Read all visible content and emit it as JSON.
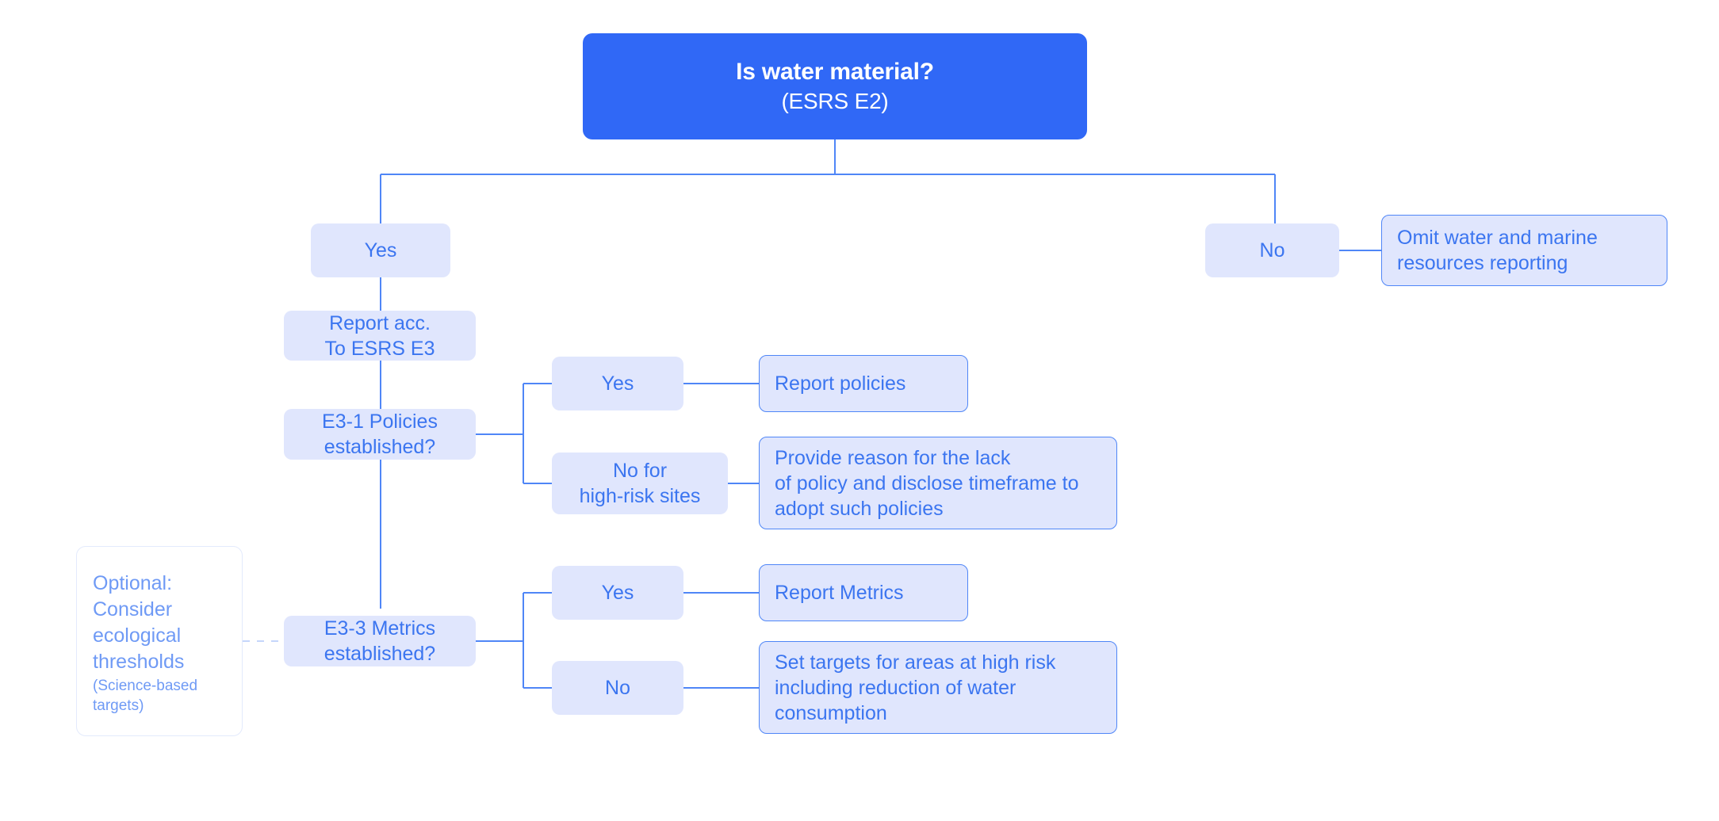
{
  "diagram": {
    "title_node": {
      "title": "Is water material?",
      "subtitle": "(ESRS E2)"
    },
    "colors": {
      "root_fill": "#3068f6",
      "root_text": "#ffffff",
      "soft_fill": "#e0e6fd",
      "node_text": "#3b75f0",
      "outcome_border": "#4f86f7",
      "connector": "#4f86f7",
      "note_text": "#6f9af5",
      "note_border": "#e3eafc",
      "dashed_connector": "#c5d6fb",
      "background": "#ffffff"
    },
    "nodes": {
      "yes_material": "Yes",
      "no_material": "No",
      "omit_reporting": "Omit water and marine\nresources reporting",
      "report_acc_e3": "Report acc.\nTo ESRS E3",
      "policies_question": "E3-1 Policies\nestablished?",
      "policies_yes": "Yes",
      "policies_no": "No for\nhigh-risk sites",
      "report_policies": "Report policies",
      "provide_reason": "Provide reason for the lack\nof policy and disclose timeframe to\nadopt such policies",
      "metrics_question": "E3-3 Metrics\nestablished?",
      "metrics_yes": "Yes",
      "metrics_no": "No",
      "report_metrics": "Report Metrics",
      "set_targets": "Set targets for areas at high risk\nincluding reduction of water\nconsumption"
    },
    "optional_note": {
      "main": "Optional:\nConsider\necological\nthresholds",
      "sub": "(Science-based\ntargets)"
    }
  }
}
